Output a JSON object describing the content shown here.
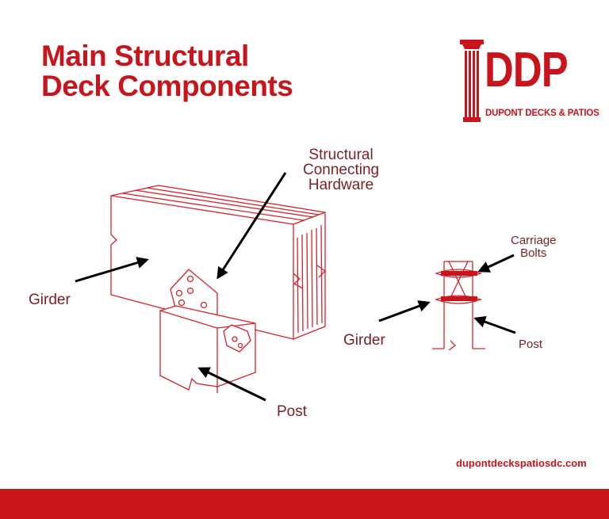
{
  "title": {
    "line1": "Main Structural",
    "line2": "Deck Components"
  },
  "logo": {
    "letters": "DDP",
    "tagline": "DUPONT DECKS & PATIOS"
  },
  "labels": {
    "hardware": [
      "Structural",
      "Connecting",
      "Hardware"
    ],
    "girder_left": "Girder",
    "post_left": "Post",
    "carriage": [
      "Carriage",
      "Bolts"
    ],
    "girder_right": "Girder",
    "post_right": "Post"
  },
  "website": "dupontdeckspatiosdc.com",
  "colors": {
    "brand_red": "#c8141b",
    "label_dark": "#7a1f24",
    "line_red": "#d4232b",
    "arrow": "#000000"
  },
  "icons": {
    "logo": "column-pillar-icon"
  }
}
